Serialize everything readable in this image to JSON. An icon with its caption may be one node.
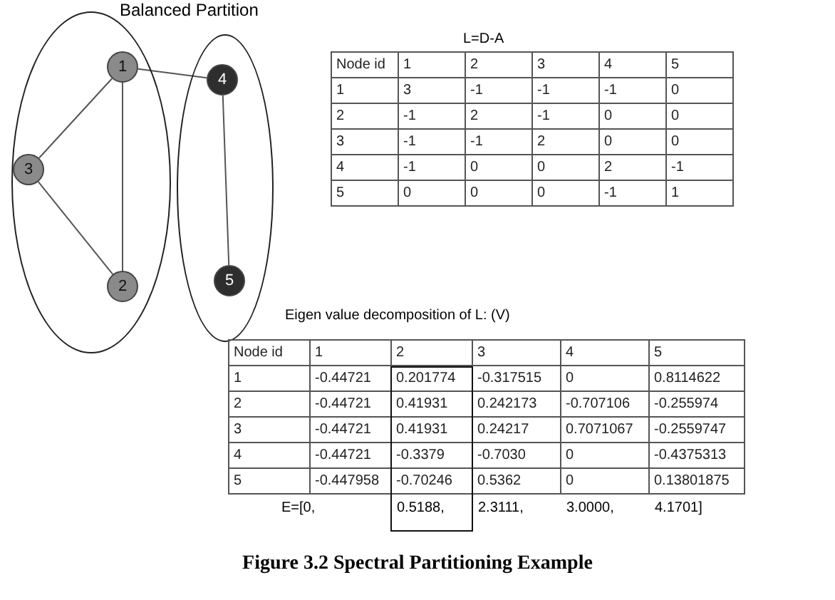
{
  "diagram": {
    "title": "Balanced Partition",
    "caption": "Figure 3.2 Spectral Partitioning Example",
    "nodes": [
      {
        "text": [],
        "shape": "ellipse"
      },
      {
        "text": [
          "1"
        ],
        "in": 0
      },
      {
        "text": [
          "3"
        ],
        "in": 0
      },
      {
        "text": [
          "2"
        ],
        "in": 0
      },
      {
        "text": [],
        "shape": "ellipse"
      },
      {
        "text": [
          "4"
        ],
        "in": 4
      },
      {
        "text": [
          "5"
        ],
        "in": 4
      }
    ],
    "edges": [
      {
        "from": 1,
        "to": 5,
        "arrow": "none"
      },
      {
        "from": 1,
        "to": 2,
        "arrow": "none"
      },
      {
        "from": 1,
        "to": 3,
        "arrow": "none"
      },
      {
        "from": 2,
        "to": 3,
        "arrow": "none"
      },
      {
        "from": 5,
        "to": 6,
        "arrow": "none"
      }
    ],
    "labels": [
      "L=D-A",
      "Node id",
      "1",
      "2",
      "3",
      "4",
      "5",
      "1",
      "3",
      "-1",
      "-1",
      "-1",
      "0",
      "2",
      "-1",
      "2",
      "-1",
      "0",
      "0",
      "3",
      "-1",
      "-1",
      "2",
      "0",
      "0",
      "4",
      "-1",
      "0",
      "0",
      "2",
      "-1",
      "5",
      "0",
      "0",
      "0",
      "-1",
      "1",
      "Eigen value decomposition of L:  (V)",
      "Node id",
      "1",
      "2",
      "3",
      "4",
      "5",
      "1",
      "-0.44721",
      "0.201774",
      "-0.317515",
      "0",
      "0.8114622",
      "2",
      "-0.44721",
      "0.41931",
      "0.242173",
      "-0.707106",
      "-0.255974",
      "3",
      "-0.44721",
      "0.41931",
      "0.24217",
      "0.7071067",
      "-0.2559747",
      "4",
      "-0.44721",
      "-0.3379",
      "-0.7030",
      "0",
      "-0.4375313",
      "5",
      "-0.447958",
      "-0.70246",
      "0.5362",
      "0",
      "0.13801875",
      "E=[0,",
      "0.5188,",
      "2.3111,",
      "3.0000,",
      "4.1701]"
    ]
  }
}
